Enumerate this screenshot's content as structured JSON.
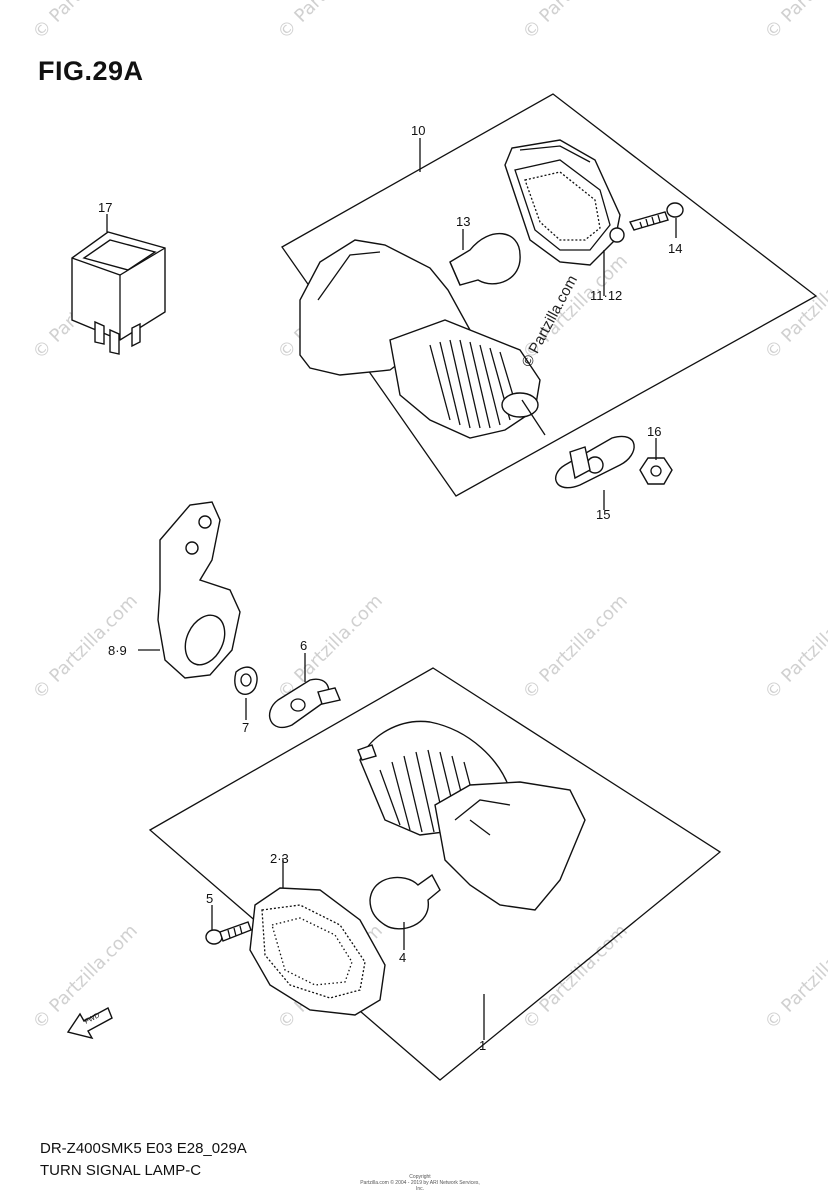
{
  "figure_title": "FIG.29A",
  "diagram_code": "DR-Z400SMK5 E03 E28_029A",
  "diagram_name": "TURN SIGNAL LAMP-C",
  "copyright_lines": [
    "Copyright",
    "Partzilla.com © 2004 - 2019 by ARI Network Services, Inc."
  ],
  "watermark_text": "© Partzilla.com",
  "direction_marker": "FWD",
  "callouts": [
    {
      "id": "p10",
      "text": "10"
    },
    {
      "id": "p17",
      "text": "17"
    },
    {
      "id": "p13",
      "text": "13"
    },
    {
      "id": "p14",
      "text": "14"
    },
    {
      "id": "p11-12",
      "text": "11·12"
    },
    {
      "id": "p16",
      "text": "16"
    },
    {
      "id": "p15",
      "text": "15"
    },
    {
      "id": "p8-9",
      "text": "8·9"
    },
    {
      "id": "p6",
      "text": "6"
    },
    {
      "id": "p7",
      "text": "7"
    },
    {
      "id": "p2-3",
      "text": "2·3"
    },
    {
      "id": "p5",
      "text": "5"
    },
    {
      "id": "p4",
      "text": "4"
    },
    {
      "id": "p1",
      "text": "1"
    }
  ]
}
